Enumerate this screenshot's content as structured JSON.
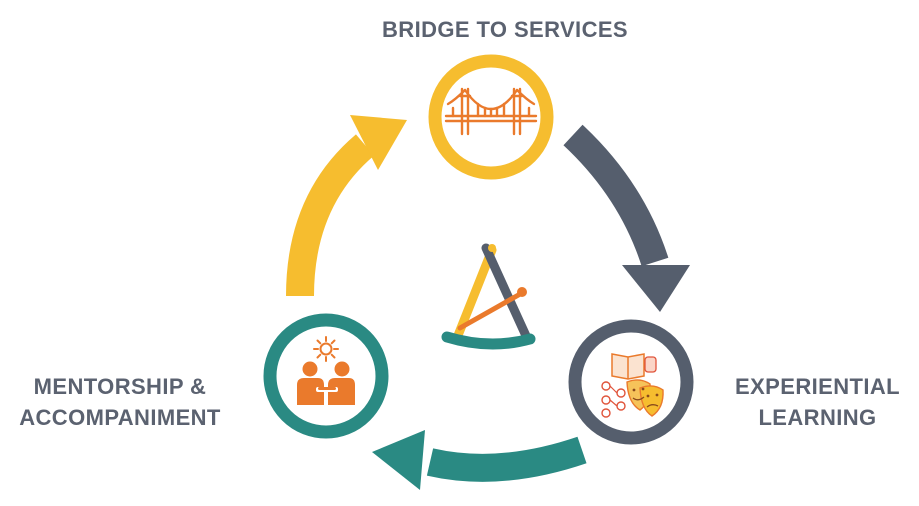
{
  "nodes": {
    "bridge": {
      "label": "BRIDGE TO SERVICES",
      "icon": "bridge-icon",
      "ring_color": "#f6bd2f"
    },
    "experiential": {
      "label_line1": "EXPERIENTIAL",
      "label_line2": "LEARNING",
      "icon": "theatre-masks-icon",
      "ring_color": "#555e6d"
    },
    "mentorship": {
      "label_line1": "MENTORSHIP &",
      "label_line2": "ACCOMPANIMENT",
      "icon": "mentorship-icon",
      "ring_color": "#2a8a83"
    }
  },
  "center_logo": {
    "icon": "triangle-logo-icon"
  },
  "colors": {
    "yellow": "#f6bd2f",
    "slate": "#555e6d",
    "teal": "#2a8a83",
    "orange": "#ea7a2c",
    "label_text": "#5b6270"
  }
}
